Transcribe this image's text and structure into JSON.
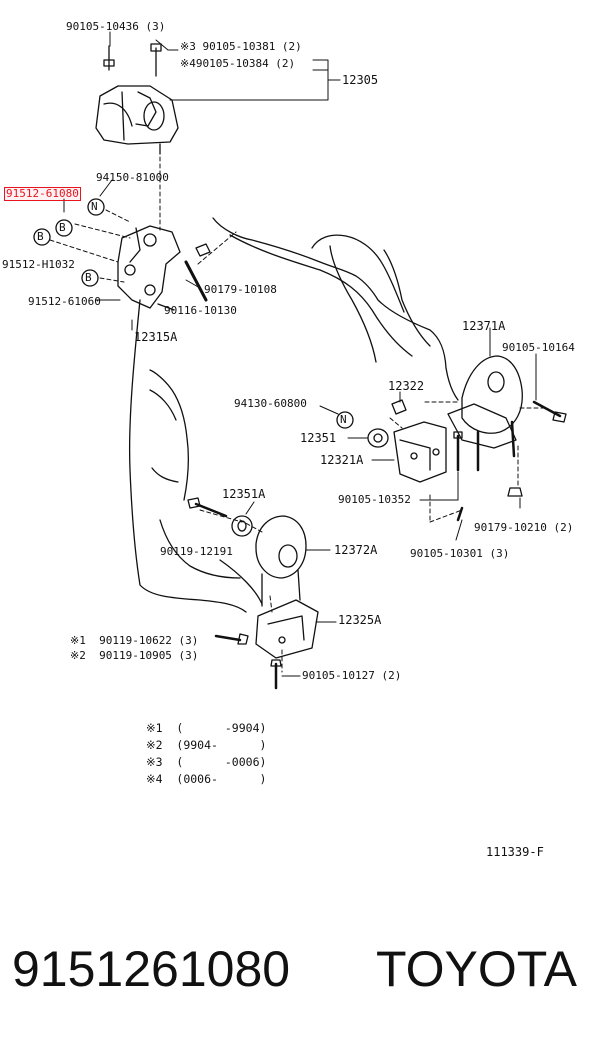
{
  "diagram": {
    "highlight_color": "#e8141e",
    "labels": {
      "l_90105_10436": "90105-10436 (3)",
      "l_n3": "※3 90105-10381 (2)",
      "l_n4": "※490105-10384 (2)",
      "l_12305": "12305",
      "l_94150": "94150-81000",
      "l_91512_61080": "91512-61080",
      "l_91512_h1032": "91512-H1032",
      "l_91512_61060": "91512-61060",
      "l_90179_10108": "90179-10108",
      "l_90116_10130": "90116-10130",
      "l_12315a": "12315A",
      "l_12371a": "12371A",
      "l_90105_10164": "90105-10164",
      "l_12322": "12322",
      "l_94130": "94130-60800",
      "l_12351": "12351",
      "l_12321a": "12321A",
      "l_90105_10352": "90105-10352",
      "l_12351a": "12351A",
      "l_90179_10210": "90179-10210 (2)",
      "l_90119_12191": "90119-12191",
      "l_12372a": "12372A",
      "l_90105_10301": "90105-10301 (3)",
      "l_12325a": "12325A",
      "l_n1": "※1  90119-10622 (3)",
      "l_n2": "※2  90119-10905 (3)",
      "l_90105_10127": "90105-10127 (2)",
      "l_code": "111339-F"
    },
    "markers": {
      "b1": "B",
      "b2": "B",
      "b3": "B",
      "n1": "N",
      "n2": "N"
    },
    "notes": [
      "※1  (      -9904)",
      "※2  (9904-      )",
      "※3  (      -0006)",
      "※4  (0006-      )"
    ]
  },
  "footer": {
    "part_number": "9151261080",
    "brand": "TOYOTA"
  }
}
